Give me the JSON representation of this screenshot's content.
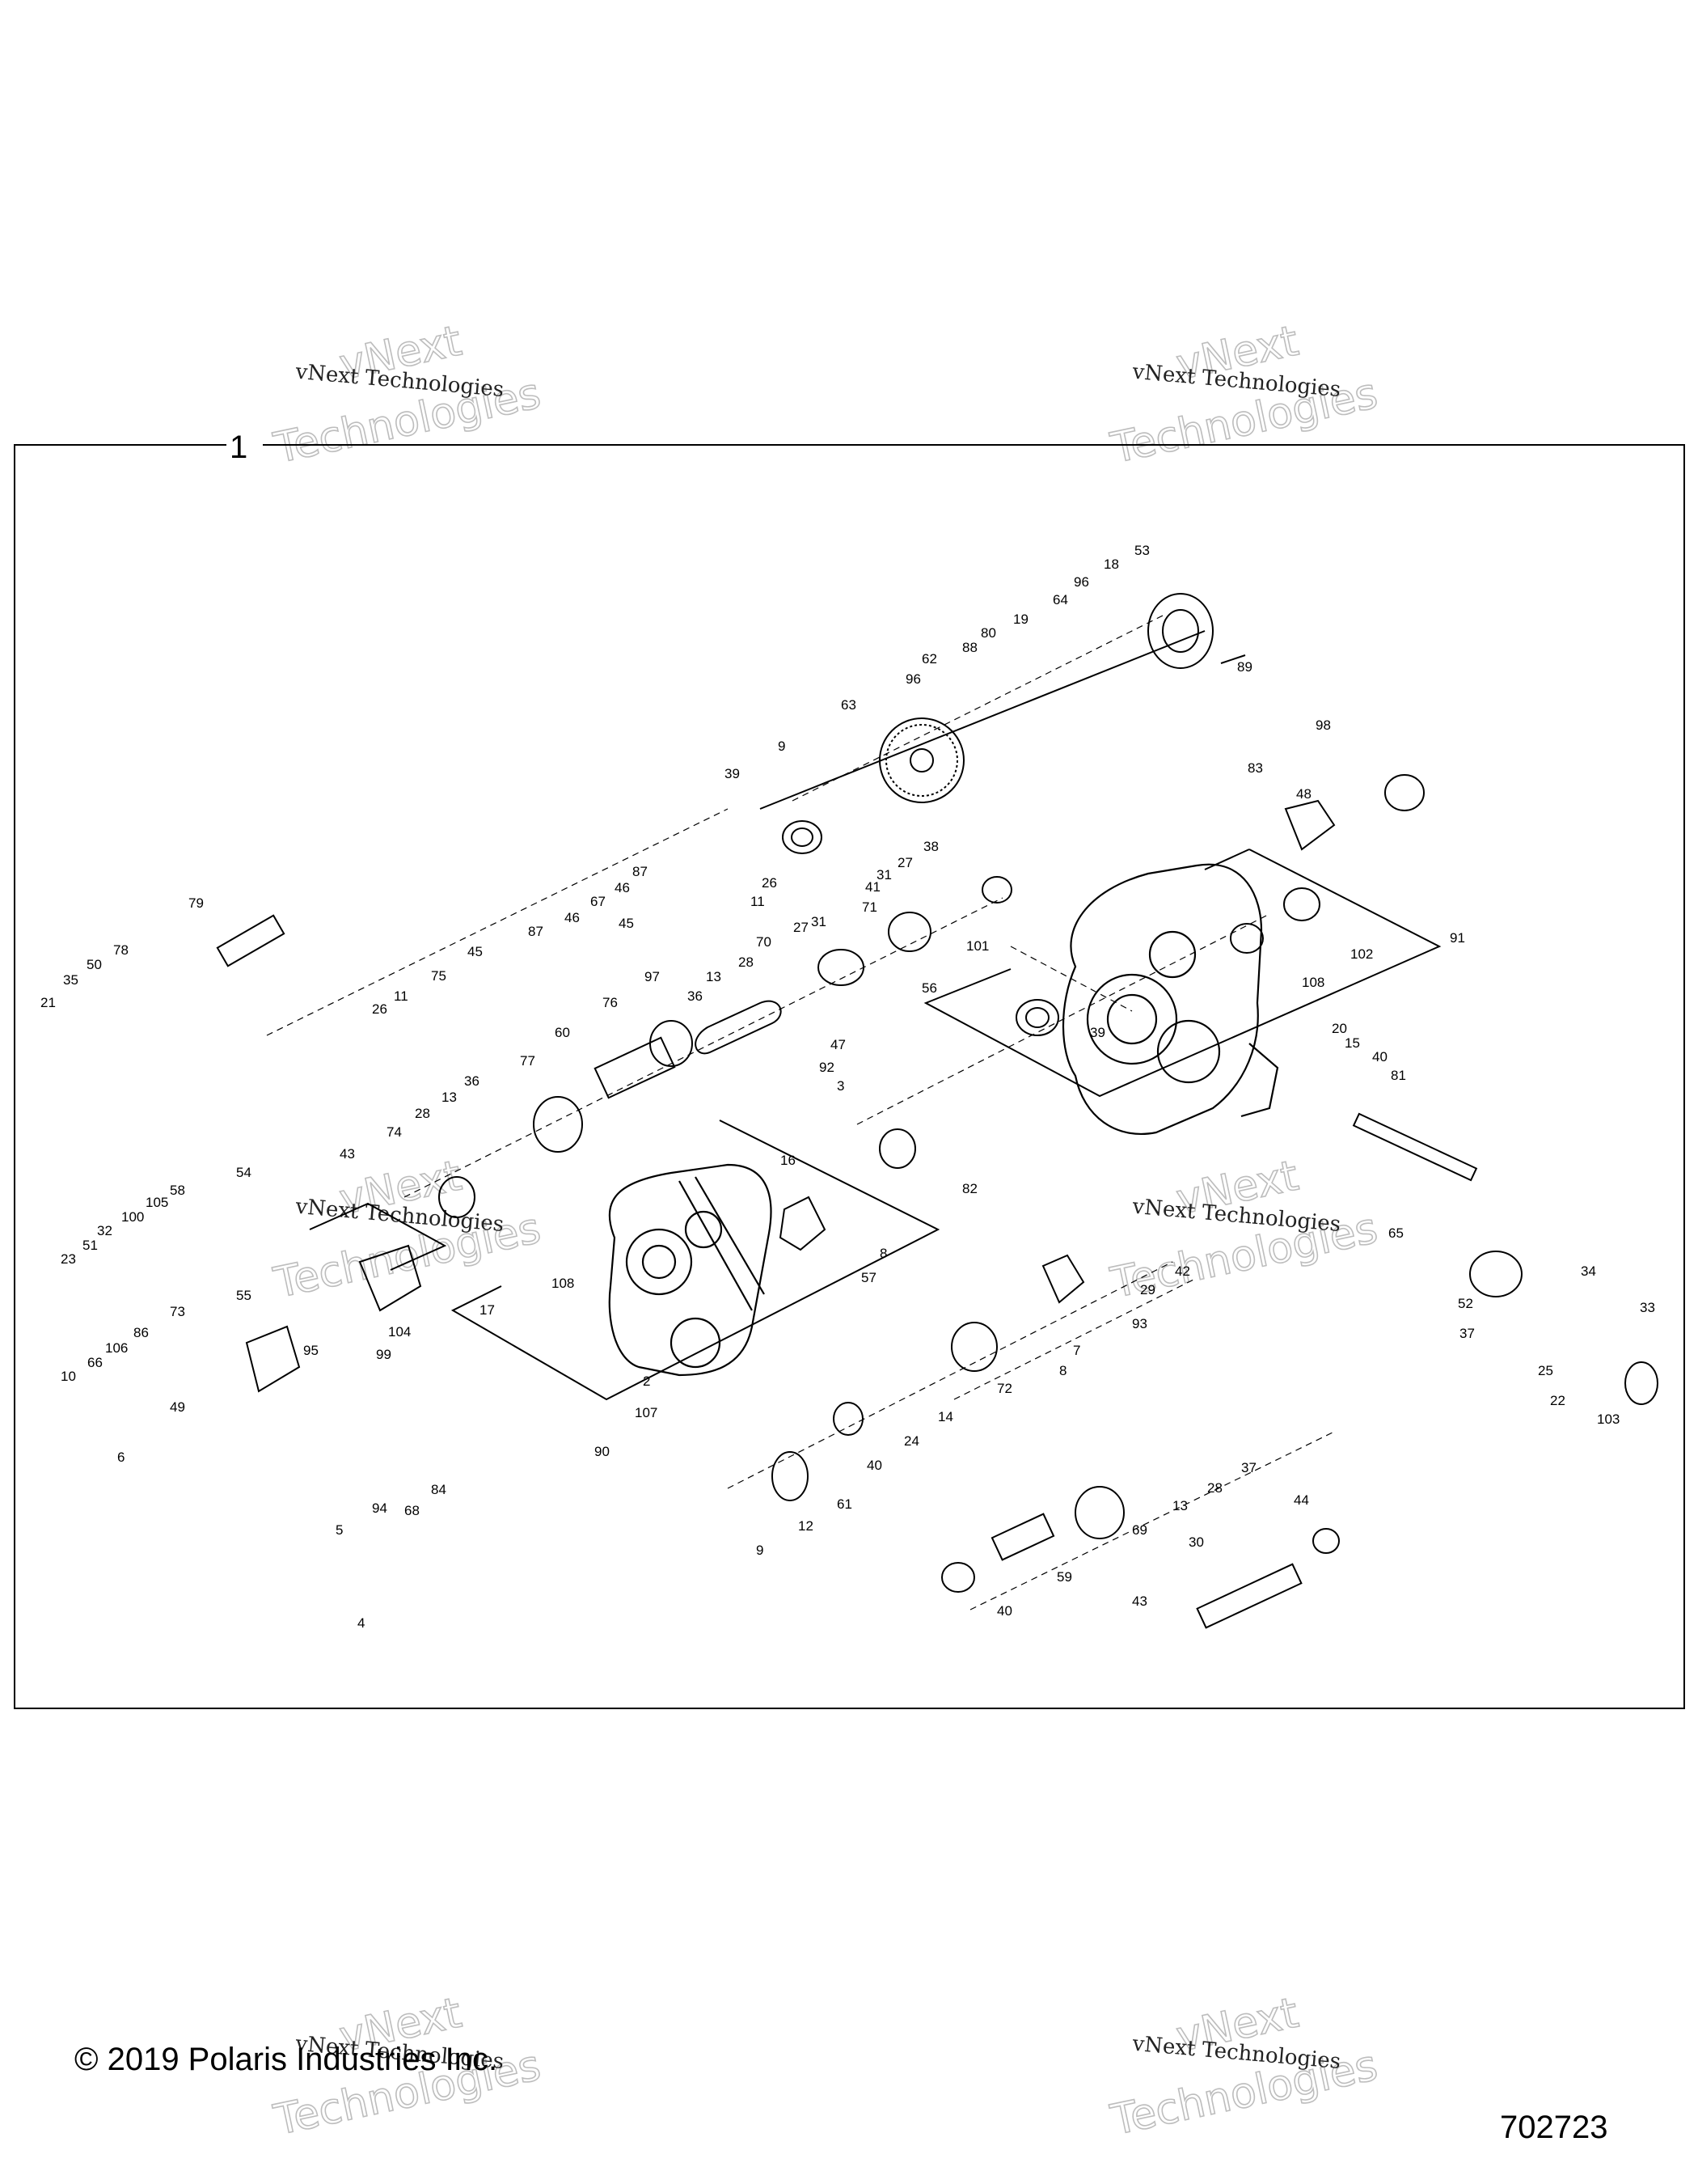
{
  "figure": {
    "frame_label": "1",
    "copyright": "© 2019 Polaris Industries Inc.",
    "diagram_number": "702723"
  },
  "watermark": {
    "line1": "vNext Technologies",
    "line2": "vNext",
    "line3": "Technologies"
  },
  "callouts": [
    {
      "id": "c53",
      "label": "53"
    },
    {
      "id": "c18",
      "label": "18"
    },
    {
      "id": "c96a",
      "label": "96"
    },
    {
      "id": "c64",
      "label": "64"
    },
    {
      "id": "c19",
      "label": "19"
    },
    {
      "id": "c80",
      "label": "80"
    },
    {
      "id": "c88",
      "label": "88"
    },
    {
      "id": "c62",
      "label": "62"
    },
    {
      "id": "c96b",
      "label": "96"
    },
    {
      "id": "c63",
      "label": "63"
    },
    {
      "id": "c89",
      "label": "89"
    },
    {
      "id": "c98",
      "label": "98"
    },
    {
      "id": "c83",
      "label": "83"
    },
    {
      "id": "c48",
      "label": "48"
    },
    {
      "id": "c9a",
      "label": "9"
    },
    {
      "id": "c39a",
      "label": "39"
    },
    {
      "id": "c38",
      "label": "38"
    },
    {
      "id": "c27a",
      "label": "27"
    },
    {
      "id": "c31a",
      "label": "31"
    },
    {
      "id": "c41",
      "label": "41"
    },
    {
      "id": "c71",
      "label": "71"
    },
    {
      "id": "c27b",
      "label": "27"
    },
    {
      "id": "c31b",
      "label": "31"
    },
    {
      "id": "c70",
      "label": "70"
    },
    {
      "id": "c28a",
      "label": "28"
    },
    {
      "id": "c13a",
      "label": "13"
    },
    {
      "id": "c36a",
      "label": "36"
    },
    {
      "id": "c97",
      "label": "97"
    },
    {
      "id": "c76",
      "label": "76"
    },
    {
      "id": "c87a",
      "label": "87"
    },
    {
      "id": "c26a",
      "label": "26"
    },
    {
      "id": "c11a",
      "label": "11"
    },
    {
      "id": "c45a",
      "label": "45"
    },
    {
      "id": "c46a",
      "label": "46"
    },
    {
      "id": "c67",
      "label": "67"
    },
    {
      "id": "c46b",
      "label": "46"
    },
    {
      "id": "c87b",
      "label": "87"
    },
    {
      "id": "c45b",
      "label": "45"
    },
    {
      "id": "c75",
      "label": "75"
    },
    {
      "id": "c11b",
      "label": "11"
    },
    {
      "id": "c26b",
      "label": "26"
    },
    {
      "id": "c79",
      "label": "79"
    },
    {
      "id": "c78",
      "label": "78"
    },
    {
      "id": "c50",
      "label": "50"
    },
    {
      "id": "c35",
      "label": "35"
    },
    {
      "id": "c21",
      "label": "21"
    },
    {
      "id": "c60",
      "label": "60"
    },
    {
      "id": "c77",
      "label": "77"
    },
    {
      "id": "c36b",
      "label": "36"
    },
    {
      "id": "c13b",
      "label": "13"
    },
    {
      "id": "c28b",
      "label": "28"
    },
    {
      "id": "c74",
      "label": "74"
    },
    {
      "id": "c43a",
      "label": "43"
    },
    {
      "id": "c101",
      "label": "101"
    },
    {
      "id": "c56",
      "label": "56"
    },
    {
      "id": "c47",
      "label": "47"
    },
    {
      "id": "c92",
      "label": "92"
    },
    {
      "id": "c3",
      "label": "3"
    },
    {
      "id": "c91",
      "label": "91"
    },
    {
      "id": "c102",
      "label": "102"
    },
    {
      "id": "c108a",
      "label": "108"
    },
    {
      "id": "c39b",
      "label": "39"
    },
    {
      "id": "c82",
      "label": "82"
    },
    {
      "id": "c20",
      "label": "20"
    },
    {
      "id": "c15",
      "label": "15"
    },
    {
      "id": "c40a",
      "label": "40"
    },
    {
      "id": "c81",
      "label": "81"
    },
    {
      "id": "c65",
      "label": "65"
    },
    {
      "id": "c16",
      "label": "16"
    },
    {
      "id": "c8a",
      "label": "8"
    },
    {
      "id": "c57",
      "label": "57"
    },
    {
      "id": "c108b",
      "label": "108"
    },
    {
      "id": "c17",
      "label": "17"
    },
    {
      "id": "c2",
      "label": "2"
    },
    {
      "id": "c107",
      "label": "107"
    },
    {
      "id": "c90",
      "label": "90"
    },
    {
      "id": "c54",
      "label": "54"
    },
    {
      "id": "c58",
      "label": "58"
    },
    {
      "id": "c105",
      "label": "105"
    },
    {
      "id": "c100",
      "label": "100"
    },
    {
      "id": "c32",
      "label": "32"
    },
    {
      "id": "c51",
      "label": "51"
    },
    {
      "id": "c23",
      "label": "23"
    },
    {
      "id": "c55",
      "label": "55"
    },
    {
      "id": "c73",
      "label": "73"
    },
    {
      "id": "c86",
      "label": "86"
    },
    {
      "id": "c106",
      "label": "106"
    },
    {
      "id": "c66",
      "label": "66"
    },
    {
      "id": "c10",
      "label": "10"
    },
    {
      "id": "c49",
      "label": "49"
    },
    {
      "id": "c95",
      "label": "95"
    },
    {
      "id": "c104",
      "label": "104"
    },
    {
      "id": "c99",
      "label": "99"
    },
    {
      "id": "c84",
      "label": "84"
    },
    {
      "id": "c68",
      "label": "68"
    },
    {
      "id": "c6",
      "label": "6"
    },
    {
      "id": "c94",
      "label": "94"
    },
    {
      "id": "c5",
      "label": "5"
    },
    {
      "id": "c4",
      "label": "4"
    },
    {
      "id": "c42",
      "label": "42"
    },
    {
      "id": "c29",
      "label": "29"
    },
    {
      "id": "c93",
      "label": "93"
    },
    {
      "id": "c7",
      "label": "7"
    },
    {
      "id": "c8b",
      "label": "8"
    },
    {
      "id": "c72",
      "label": "72"
    },
    {
      "id": "c14",
      "label": "14"
    },
    {
      "id": "c24",
      "label": "24"
    },
    {
      "id": "c40b",
      "label": "40"
    },
    {
      "id": "c61",
      "label": "61"
    },
    {
      "id": "c12",
      "label": "12"
    },
    {
      "id": "c9b",
      "label": "9"
    },
    {
      "id": "c52",
      "label": "52"
    },
    {
      "id": "c37a",
      "label": "37"
    },
    {
      "id": "c34",
      "label": "34"
    },
    {
      "id": "c33",
      "label": "33"
    },
    {
      "id": "c25",
      "label": "25"
    },
    {
      "id": "c22",
      "label": "22"
    },
    {
      "id": "c103",
      "label": "103"
    },
    {
      "id": "c37b",
      "label": "37"
    },
    {
      "id": "c28c",
      "label": "28"
    },
    {
      "id": "c13c",
      "label": "13"
    },
    {
      "id": "c69",
      "label": "69"
    },
    {
      "id": "c44",
      "label": "44"
    },
    {
      "id": "c30",
      "label": "30"
    },
    {
      "id": "c59",
      "label": "59"
    },
    {
      "id": "c40c",
      "label": "40"
    },
    {
      "id": "c43b",
      "label": "43"
    }
  ]
}
